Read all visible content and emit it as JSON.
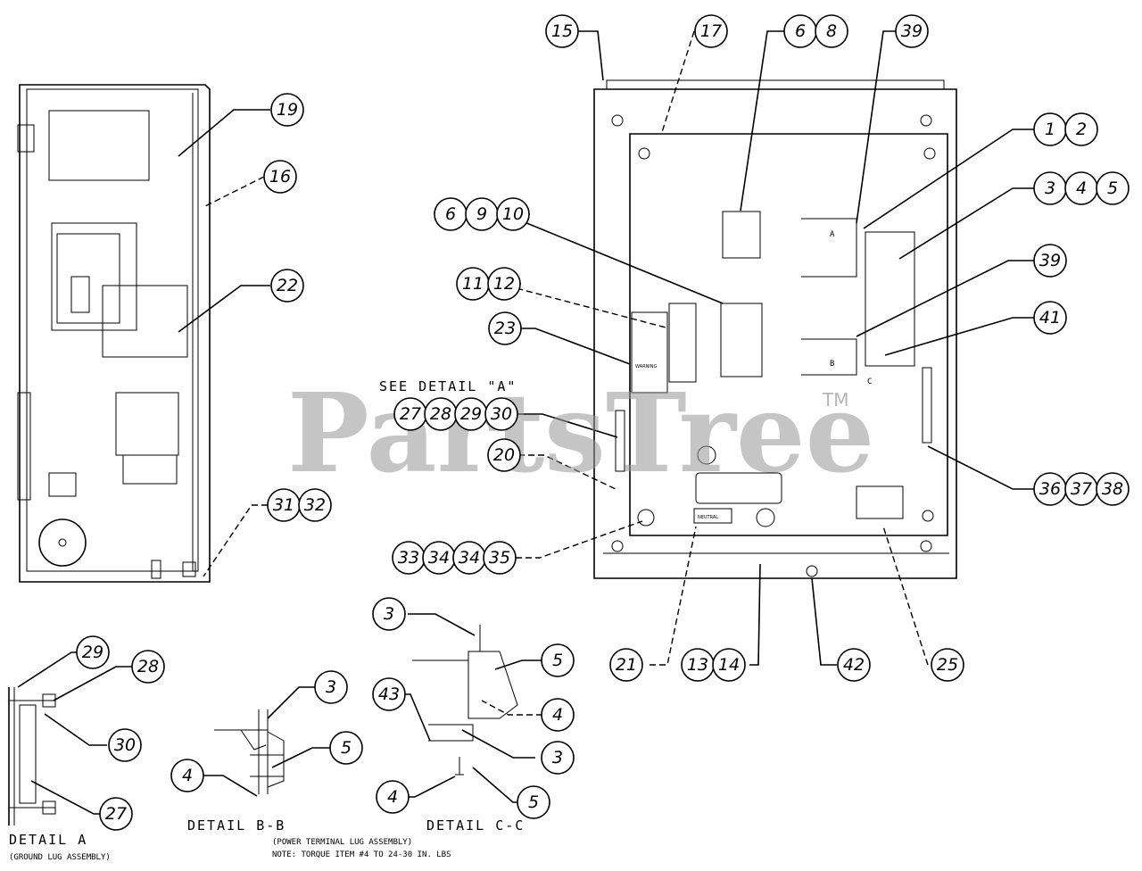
{
  "watermark": {
    "text": "PartsTree",
    "trademark": "TM"
  },
  "labels": {
    "see_detail": "SEE DETAIL \"A\"",
    "detail_a": "DETAIL  A",
    "detail_a_sub": "(GROUND LUG ASSEMBLY)",
    "detail_bb": "DETAIL  B-B",
    "detail_cc": "DETAIL  C-C",
    "power_terminal": "(POWER TERMINAL LUG ASSEMBLY)",
    "note": "NOTE: TORQUE ITEM #4 TO 24-30 IN. LBS",
    "neutral": "NEUTRAL",
    "warning": "WARNING",
    "mark_a": "A",
    "mark_b": "B",
    "mark_c": "C"
  },
  "balloons": {
    "b15": "15",
    "b17": "17",
    "b6a": "6",
    "b8": "8",
    "b39a": "39",
    "b19": "19",
    "b16": "16",
    "b22": "22",
    "b1": "1",
    "b2": "2",
    "b3a": "3",
    "b4a": "4",
    "b5a": "5",
    "b6b": "6",
    "b9": "9",
    "b10": "10",
    "b11": "11",
    "b12": "12",
    "b39b": "39",
    "b23": "23",
    "b41": "41",
    "b27a": "27",
    "b28a": "28",
    "b29a": "29",
    "b30a": "30",
    "b20": "20",
    "b36": "36",
    "b37": "37",
    "b38": "38",
    "b31": "31",
    "b32": "32",
    "b33": "33",
    "b34a": "34",
    "b34b": "34",
    "b35": "35",
    "b3b": "3",
    "b5b": "5",
    "b4b": "4",
    "b43": "43",
    "b3c": "3",
    "b5c": "5",
    "b4c": "4",
    "b21": "21",
    "b13": "13",
    "b14": "14",
    "b42": "42",
    "b25": "25",
    "b29b": "29",
    "b28b": "28",
    "b30b": "30",
    "b27b": "27",
    "b3d": "3",
    "b5d": "5",
    "b4d": "4"
  }
}
